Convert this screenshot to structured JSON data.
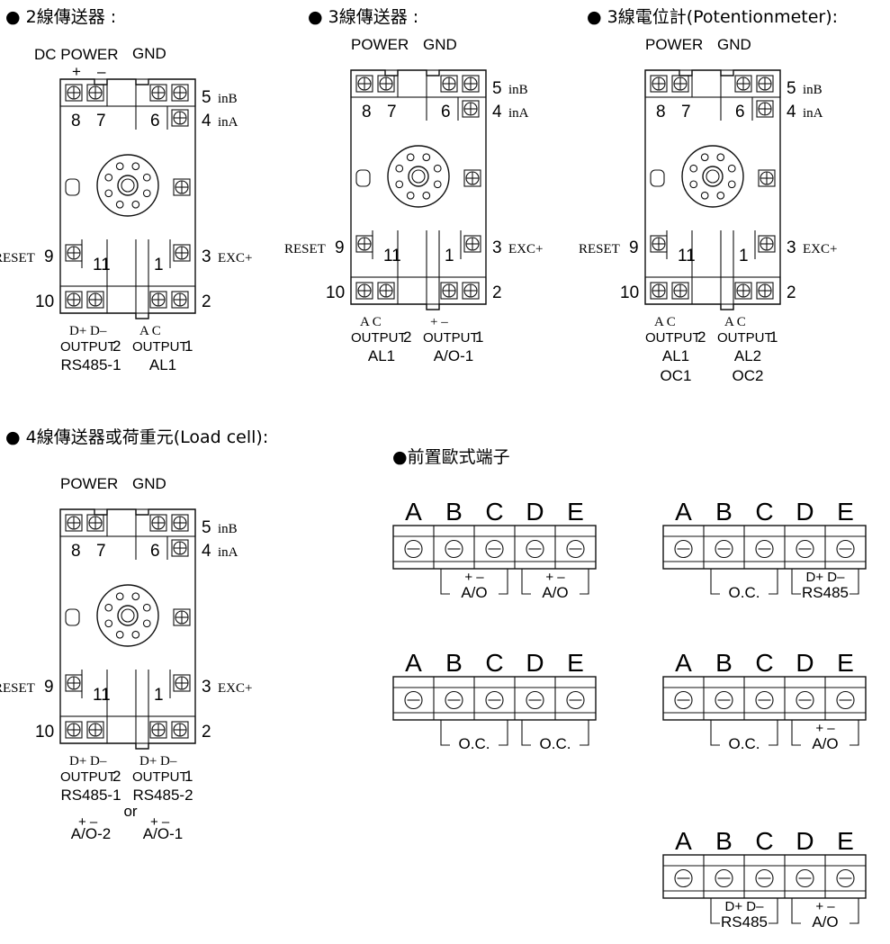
{
  "sections": {
    "w2": {
      "title": "● 2線傳送器 :",
      "power_label": "DC POWER",
      "plus": "+",
      "minus": "–",
      "gnd": "GND",
      "t5": "5",
      "t5_lbl": "inB",
      "t4": "4",
      "t4_lbl": "inA",
      "t8": "8",
      "t7": "7",
      "t6": "6",
      "reset": "RESET",
      "t9": "9",
      "t11": "11",
      "t1": "1",
      "t3": "3",
      "t3_lbl": "EXC+",
      "t10": "10",
      "t2": "2",
      "out2_pins": "D+  D–",
      "out1_pins": "A    C",
      "out2_word": "OUTPUT",
      "out2_num": "2",
      "out1_word": "OUTPUT",
      "out1_num": "1",
      "bottom2": "RS485-1",
      "bottom1": "AL1"
    },
    "w3": {
      "title": "● 3線傳送器 :",
      "power_label": "POWER",
      "gnd": "GND",
      "t5": "5",
      "t5_lbl": "inB",
      "t4": "4",
      "t4_lbl": "inA",
      "t8": "8",
      "t7": "7",
      "t6": "6",
      "reset": "RESET",
      "t9": "9",
      "t11": "11",
      "t1": "1",
      "t3": "3",
      "t3_lbl": "EXC+",
      "t10": "10",
      "t2": "2",
      "out2_pins": "A    C",
      "out1_pins": "+    –",
      "out2_word": "OUTPUT",
      "out2_num": "2",
      "out1_word": "OUTPUT",
      "out1_num": "1",
      "bottom2": "AL1",
      "bottom1": "A/O-1"
    },
    "pot": {
      "title": "● 3線電位計(Potentionmeter):",
      "power_label": "POWER",
      "gnd": "GND",
      "t5": "5",
      "t5_lbl": "inB",
      "t4": "4",
      "t4_lbl": "inA",
      "t8": "8",
      "t7": "7",
      "t6": "6",
      "reset": "RESET",
      "t9": "9",
      "t11": "11",
      "t1": "1",
      "t3": "3",
      "t3_lbl": "EXC+",
      "t10": "10",
      "t2": "2",
      "out2_pins": "A    C",
      "out1_pins": "A    C",
      "out2_word": "OUTPUT",
      "out2_num": "2",
      "out1_word": "OUTPUT",
      "out1_num": "1",
      "bottom2": "AL1",
      "bottom1": "AL2",
      "bottom2b": "OC1",
      "bottom1b": "OC2"
    },
    "w4": {
      "title": "● 4線傳送器或荷重元(Load cell):",
      "power_label": "POWER",
      "gnd": "GND",
      "t5": "5",
      "t5_lbl": "inB",
      "t4": "4",
      "t4_lbl": "inA",
      "t8": "8",
      "t7": "7",
      "t6": "6",
      "reset": "RESET",
      "t9": "9",
      "t11": "11",
      "t1": "1",
      "t3": "3",
      "t3_lbl": "EXC+",
      "t10": "10",
      "t2": "2",
      "out2_word": "OUTPUT",
      "out2_num": "2",
      "out1_word": "OUTPUT",
      "out1_num": "1",
      "out2_pins": "D+  D–",
      "out1_pins": "D+  D–",
      "bottom2": "RS485-1",
      "bottom1": "RS485-2",
      "or": "or",
      "ao_pins2": "+  –",
      "ao_pins1": "+  –",
      "ao2": "A/O-2",
      "ao1": "A/O-1"
    },
    "euro": {
      "title": "●前置歐式端子",
      "letters": [
        "A",
        "B",
        "C",
        "D",
        "E"
      ],
      "blocks": [
        {
          "groups": [
            {
              "pins": "+    –",
              "label": "A/O"
            },
            {
              "pins": "+    –",
              "label": "A/O"
            }
          ]
        },
        {
          "groups": [
            {
              "pins": "",
              "label": "O.C."
            },
            {
              "pins": "D+   D–",
              "label": "RS485"
            }
          ]
        },
        {
          "groups": [
            {
              "pins": "",
              "label": "O.C."
            },
            {
              "pins": "",
              "label": "O.C."
            }
          ]
        },
        {
          "groups": [
            {
              "pins": "",
              "label": "O.C."
            },
            {
              "pins": "+    –",
              "label": "A/O"
            }
          ]
        },
        {
          "groups": [
            {
              "pins": "D+   D–",
              "label": "RS485"
            },
            {
              "pins": "+    –",
              "label": "A/O"
            }
          ]
        }
      ]
    }
  }
}
